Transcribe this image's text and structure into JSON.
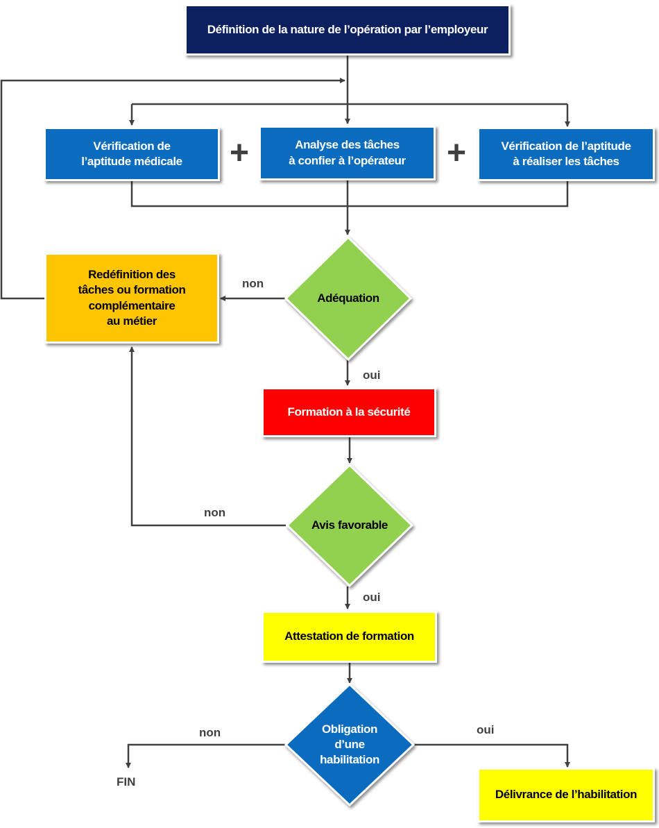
{
  "nodes": {
    "definition": "Définition de la nature de l’opération par l’employeur",
    "verif_medicale": "Vérification de\nl’aptitude médicale",
    "analyse_taches": "Analyse des tâches\nà confier à l’opérateur",
    "verif_aptitude": "Vérification de l’aptitude\nà réaliser les tâches",
    "adequation": "Adéquation",
    "redefinition": "Redéfinition des\ntâches ou formation\ncomplémentaire\nau métier",
    "formation_securite": "Formation à la sécurité",
    "avis_favorable": "Avis favorable",
    "attestation": "Attestation de formation",
    "obligation": "Obligation\nd’une\nhabilitation",
    "delivrance": "Délivrance de l’habilitation",
    "fin": "FIN"
  },
  "operators": {
    "plus_1": "+",
    "plus_2": "+"
  },
  "edge_labels": {
    "adequation_non": "non",
    "adequation_oui": "oui",
    "avis_non": "non",
    "avis_oui": "oui",
    "obligation_non": "non",
    "obligation_oui": "oui"
  },
  "colors": {
    "navy_box": "#0c1f5e",
    "blue_box": "#0b6cbf",
    "orange_box": "#ffc600",
    "red_box": "#ff0000",
    "yellow_box": "#ffff00",
    "green_diamond": "#92d050",
    "blue_diamond": "#0b6cbf",
    "connector": "#404040"
  }
}
